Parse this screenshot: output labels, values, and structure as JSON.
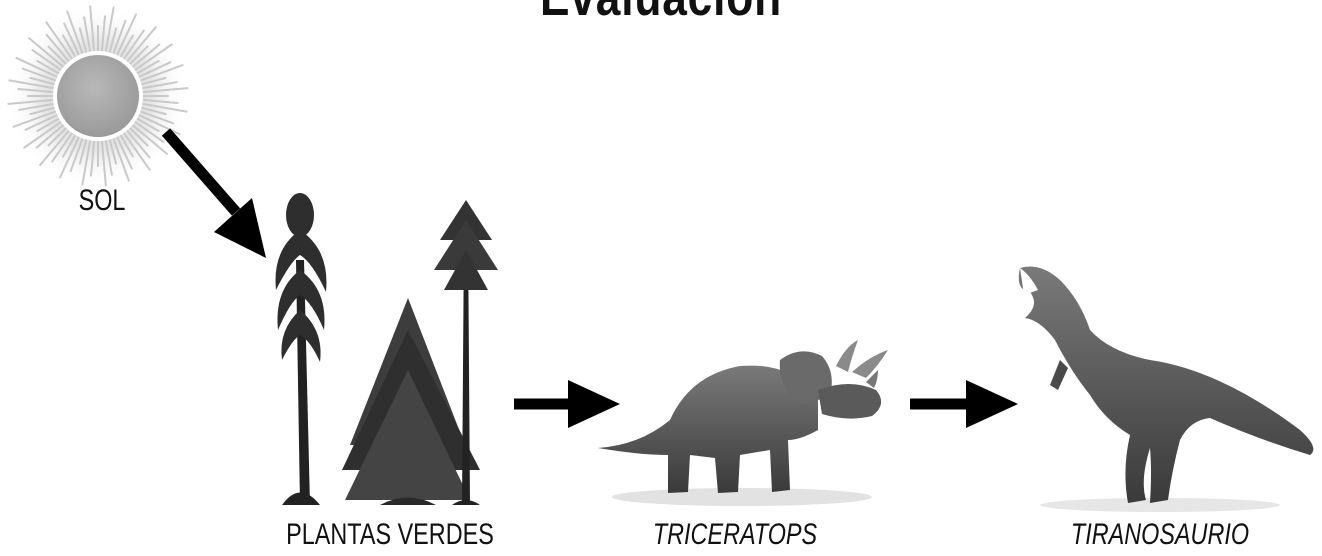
{
  "title": "Evaluación",
  "nodes": {
    "sol": "SOL",
    "plantas": "PLANTAS VERDES",
    "triceratops": "TRICERATOPS",
    "tiranosaurio": "TIRANOSAURIO"
  },
  "icons": [
    "sun-icon",
    "trees-illustration",
    "triceratops-illustration",
    "tyrannosaurus-illustration",
    "arrow-icon"
  ],
  "colors": {
    "arrow": "#000000",
    "sun_fill": "#a8a8a8",
    "text": "#111111"
  }
}
